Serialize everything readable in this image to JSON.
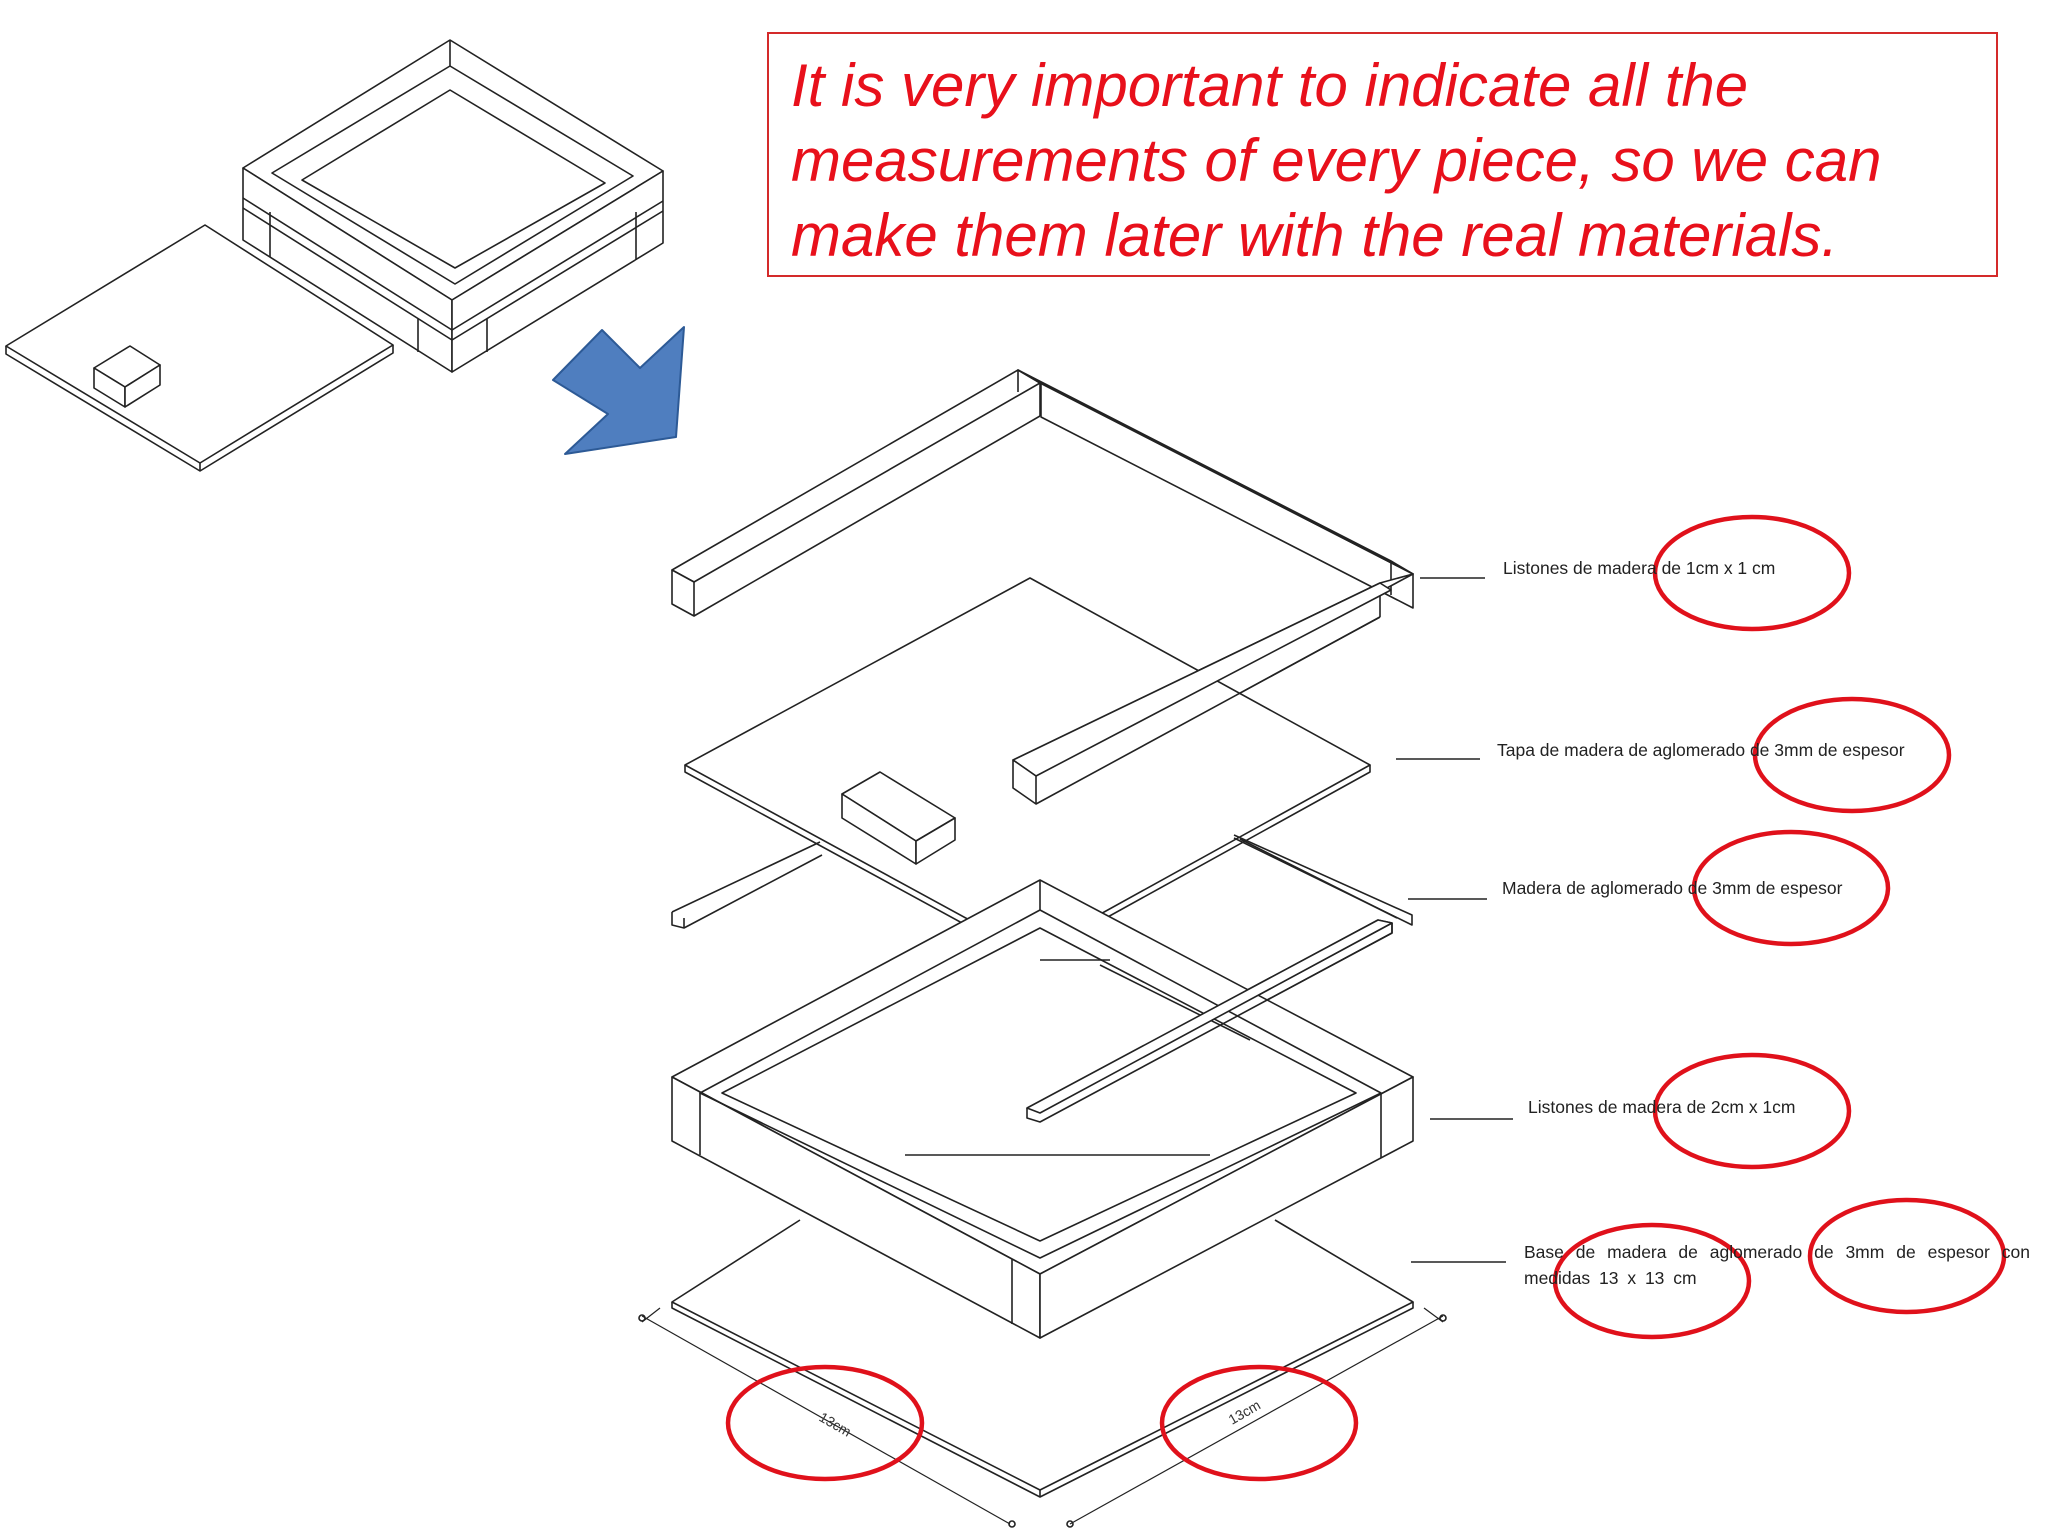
{
  "note": {
    "text": "It is very important to indicate all the measurements of every piece, so we can make them later with the real materials."
  },
  "labels": [
    "Listones de madera de 1cm x 1 cm",
    "Tapa de madera de aglomerado de 3mm de espesor",
    "Madera de aglomerado de 3mm de espesor",
    "Listones de madera de 2cm x 1cm",
    "Base de madera de aglomerado de 3mm de espesor con medidas 13 x 13 cm"
  ],
  "dimension_marks": [
    "13cm",
    "13cm"
  ],
  "colors": {
    "note_text": "#e8101b",
    "note_border": "#d42a2a",
    "highlight_circle": "#e0111b",
    "arrow_fill": "#4f7ebf",
    "arrow_stroke": "#2d5a96",
    "line": "#222222"
  },
  "icons": {
    "arrow": "arrow-down-right-icon"
  }
}
